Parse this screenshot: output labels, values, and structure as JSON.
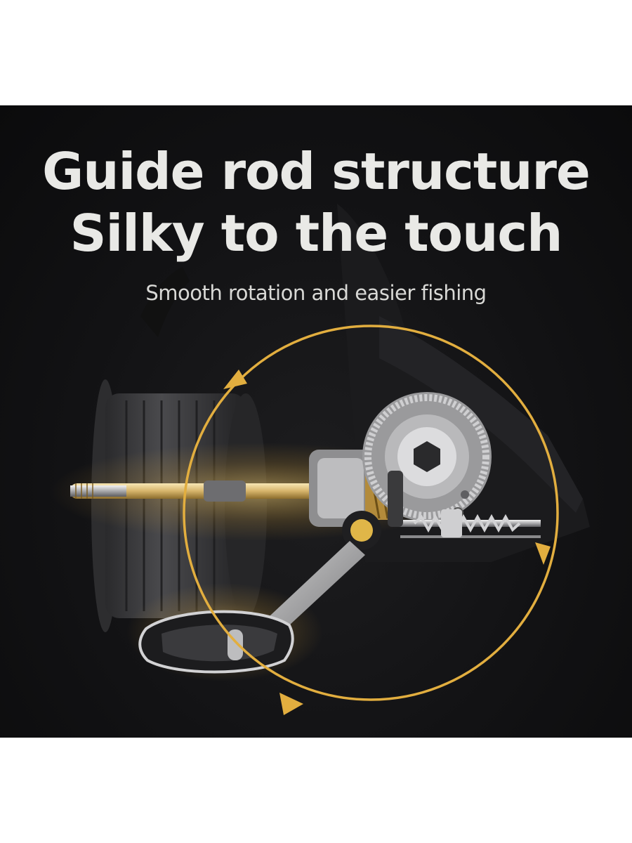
{
  "banner": {
    "headline_line1": "Guide rod structure",
    "headline_line2": "Silky to the touch",
    "subline": "Smooth rotation and easier fishing"
  },
  "colors": {
    "background": "#121214",
    "accent_gold": "#e2ae3f",
    "headline_text": "#e9e9e6"
  },
  "icons": {
    "rotation_arrow": "rotation-arrow-icon",
    "product": "spinning-reel-cutaway"
  }
}
